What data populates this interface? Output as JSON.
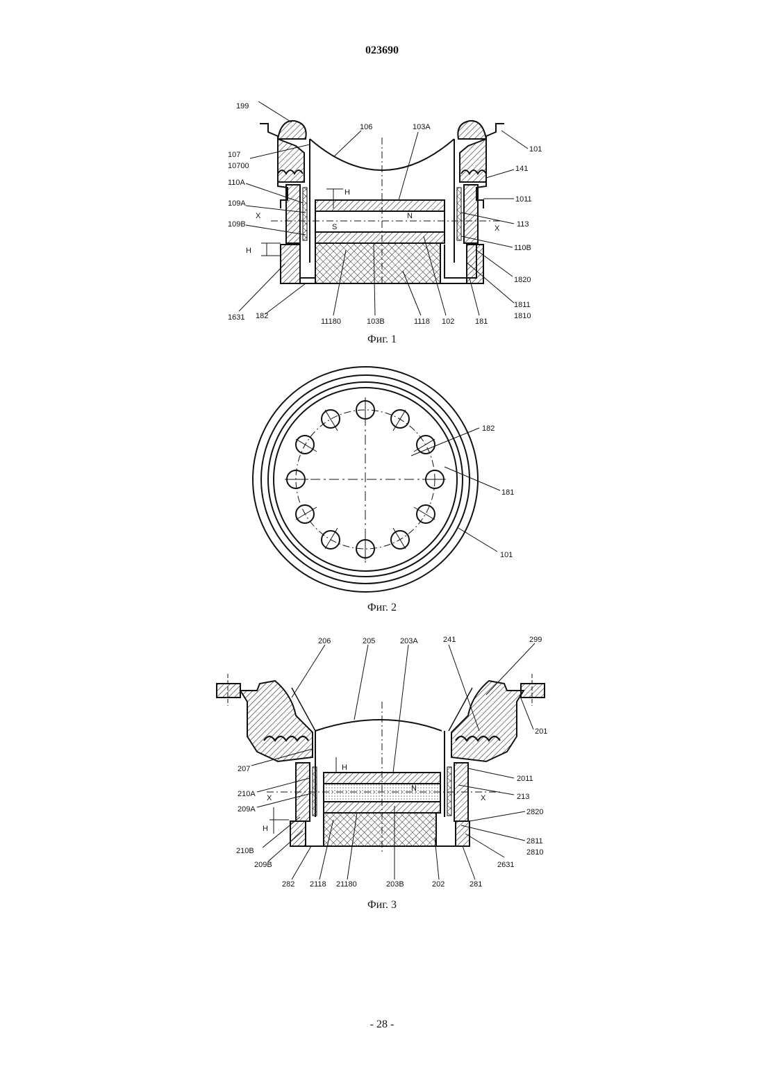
{
  "document": {
    "number": "023690",
    "page_number": "- 28 -"
  },
  "figures": [
    {
      "caption": "Фиг. 1",
      "labels": {
        "l199": "199",
        "l106": "106",
        "l103A": "103A",
        "l101": "101",
        "l107": "107",
        "l10700": "10700",
        "l141": "141",
        "l110A": "110A",
        "lH_top": "H",
        "l1011": "1011",
        "l109A": "109A",
        "lX_left": "X",
        "lN": "N",
        "lX_right": "X",
        "l113": "113",
        "l109B": "109B",
        "lS": "S",
        "l110B": "110B",
        "lH_side": "H",
        "l1820": "1820",
        "l1811": "1811",
        "l1810": "1810",
        "l1631": "1631",
        "l182": "182",
        "l11180": "11180",
        "l103B": "103B",
        "l1118": "1118",
        "l102": "102",
        "l181": "181"
      }
    },
    {
      "caption": "Фиг. 2",
      "labels": {
        "l182": "182",
        "l181": "181",
        "l101": "101"
      }
    },
    {
      "caption": "Фиг. 3",
      "labels": {
        "l206": "206",
        "l205": "205",
        "l203A": "203A",
        "l241": "241",
        "l299": "299",
        "l201": "201",
        "l207": "207",
        "lH_top": "H",
        "l2011": "2011",
        "l210A": "210A",
        "lX_left": "X",
        "lN": "N",
        "lX_right": "X",
        "l213": "213",
        "l209A": "209A",
        "l2820": "2820",
        "lH_side": "H",
        "l2811": "2811",
        "l2810": "2810",
        "l210B": "210B",
        "l2631": "2631",
        "l209B": "209B",
        "l282": "282",
        "l2118": "2118",
        "l21180": "21180",
        "l203B": "203B",
        "l202": "202",
        "l281": "281"
      }
    }
  ]
}
